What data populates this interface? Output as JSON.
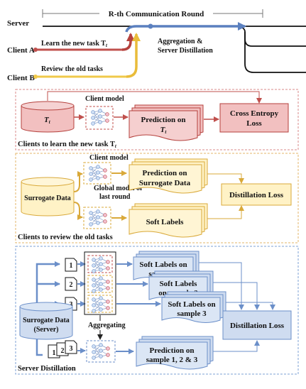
{
  "timeline": {
    "server_label": "Server",
    "round_title": "R-th Communication Round",
    "client_a_label": "Client A",
    "client_a_task": "Learn the new task T",
    "client_a_task_sub": "t",
    "client_b_label": "Client B",
    "client_b_task": "Review the old tasks",
    "aggregation": "Aggregation &",
    "server_distillation": "Server Distillation"
  },
  "panel_new_task": {
    "title": "Clients to learn the new task T",
    "title_sub": "t",
    "data_label": "T",
    "data_sub": "t",
    "client_model": "Client model",
    "prediction_line1": "Prediction on",
    "prediction_line2": "T",
    "prediction_sub": "t",
    "loss_line1": "Cross Entropy",
    "loss_line2": "Loss"
  },
  "panel_review": {
    "title": "Clients to review the old tasks",
    "surrogate": "Surrogate Data",
    "client_model": "Client model",
    "global_model_line1": "Global model of",
    "global_model_line2": "last round",
    "prediction_line1": "Prediction on",
    "prediction_line2": "Surrogate Data",
    "soft_labels": "Soft Labels",
    "loss": "Distillation Loss"
  },
  "panel_server": {
    "title": "Server Distillation",
    "sample_nums": [
      "1",
      "2",
      "3"
    ],
    "soft1_line1": "Soft Labels on",
    "soft1_line2": "sample 1",
    "soft2_line1": "Soft Labels",
    "soft2_line2": "on sample 2",
    "soft3_line1": "Soft Labels on",
    "soft3_line2": "sample 3",
    "surrogate_line1": "Surrogate Data",
    "surrogate_line2": "(Server)",
    "aggregating": "Aggregating",
    "prediction_line1": "Prediction on",
    "prediction_line2": "sample 1, 2 & 3",
    "loss": "Distillation Loss"
  },
  "colors": {
    "red": "#c0504d",
    "red_fill": "#f2c0c0",
    "yellow": "#f0c94a",
    "yellow_fill": "#fff2c6",
    "blue": "#6b8fc9",
    "blue_fill": "#cfdcf0",
    "red_panel_border": "#d98a8a",
    "yellow_panel_border": "#e3b56a",
    "blue_panel_border": "#7ca0d6"
  }
}
